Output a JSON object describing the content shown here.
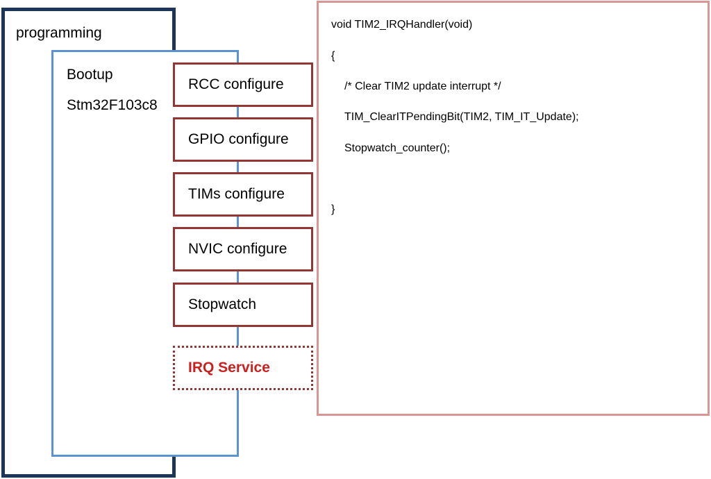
{
  "diagram": {
    "outer_box": {
      "label": "programming"
    },
    "inner_box": {
      "label": "Bootup",
      "chip": "Stm32F103c8"
    },
    "steps": [
      {
        "label": "RCC configure"
      },
      {
        "label": "GPIO configure"
      },
      {
        "label": "TIMs configure"
      },
      {
        "label": "NVIC configure"
      },
      {
        "label": "Stopwatch"
      }
    ],
    "irq_step": {
      "label": "IRQ Service",
      "color": "#cc1f1f"
    },
    "colors": {
      "outer_border": "#1c365a",
      "inner_border": "#5b93d0",
      "step_border": "#943634",
      "code_border": "#d99594"
    }
  },
  "code": {
    "lines": [
      "void TIM2_IRQHandler(void)",
      "{",
      "/* Clear TIM2 update interrupt */",
      "TIM_ClearITPendingBit(TIM2, TIM_IT_Update);",
      "Stopwatch_counter();",
      "}"
    ]
  }
}
